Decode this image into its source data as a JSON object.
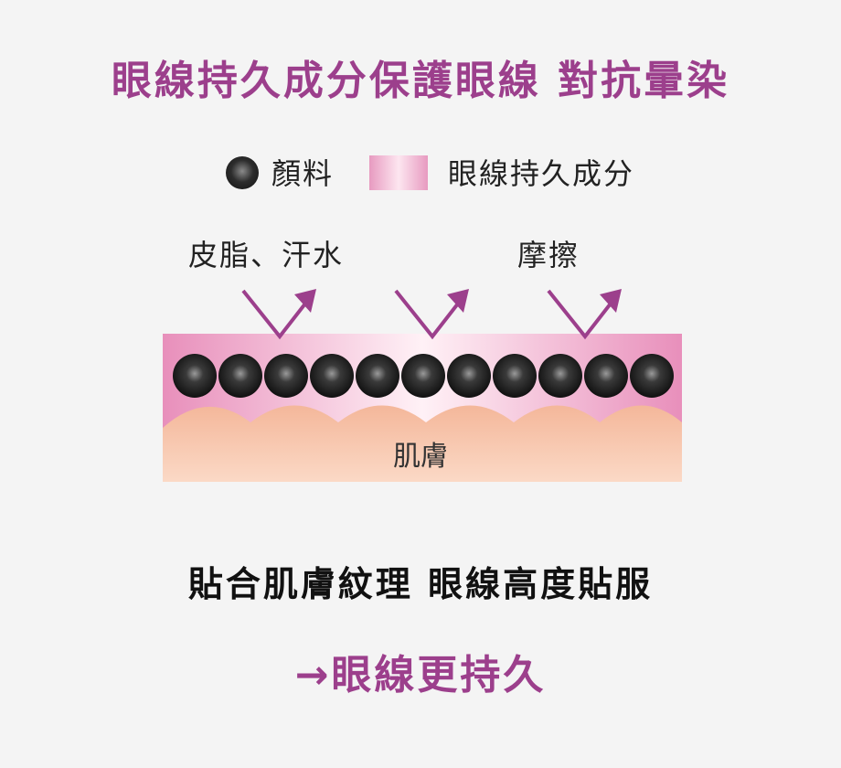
{
  "title": "眼線持久成分保護眼線 對抗暈染",
  "legend": {
    "pigment_label": "顏料",
    "ingredient_label": "眼線持久成分"
  },
  "forces": {
    "left": "皮脂、汗水",
    "right": "摩擦"
  },
  "skin_label": "肌膚",
  "subtitle": "貼合肌膚紋理 眼線高度貼服",
  "result": "→眼線更持久",
  "colors": {
    "accent": "#9c3f8c",
    "layer_pink": "#e79ac0",
    "skin": "#f8d3bd",
    "pigment": "#1a1a1a"
  },
  "diagram": {
    "pigment_count": 11,
    "arrow_count": 3
  }
}
